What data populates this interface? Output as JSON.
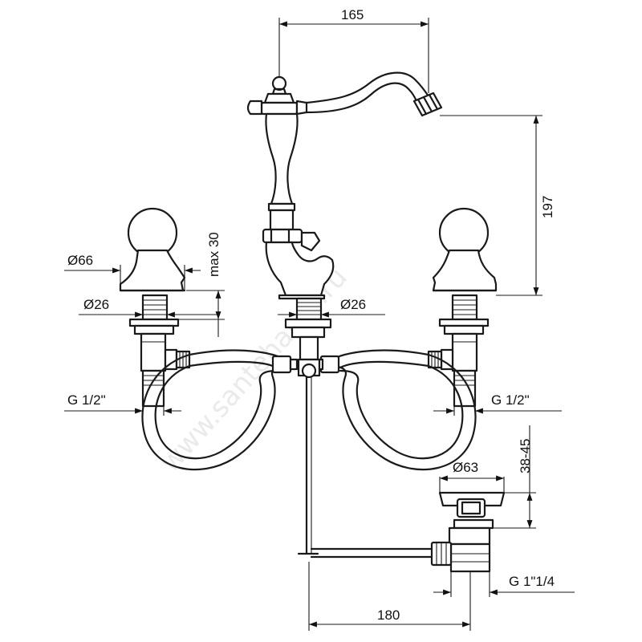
{
  "dimensions": {
    "spout_reach": "165",
    "height": "197",
    "handle_diameter": "Ø66",
    "handle_clearance": "max 30",
    "left_base_diameter": "Ø26",
    "center_base_diameter": "Ø26",
    "left_thread": "G 1/2\"",
    "right_thread": "G 1/2\"",
    "waste_diameter": "Ø63",
    "waste_height": "38-45",
    "waste_thread": "G 1\"1/4",
    "center_spacing": "180"
  },
  "watermark": "www.santehamir.ru"
}
